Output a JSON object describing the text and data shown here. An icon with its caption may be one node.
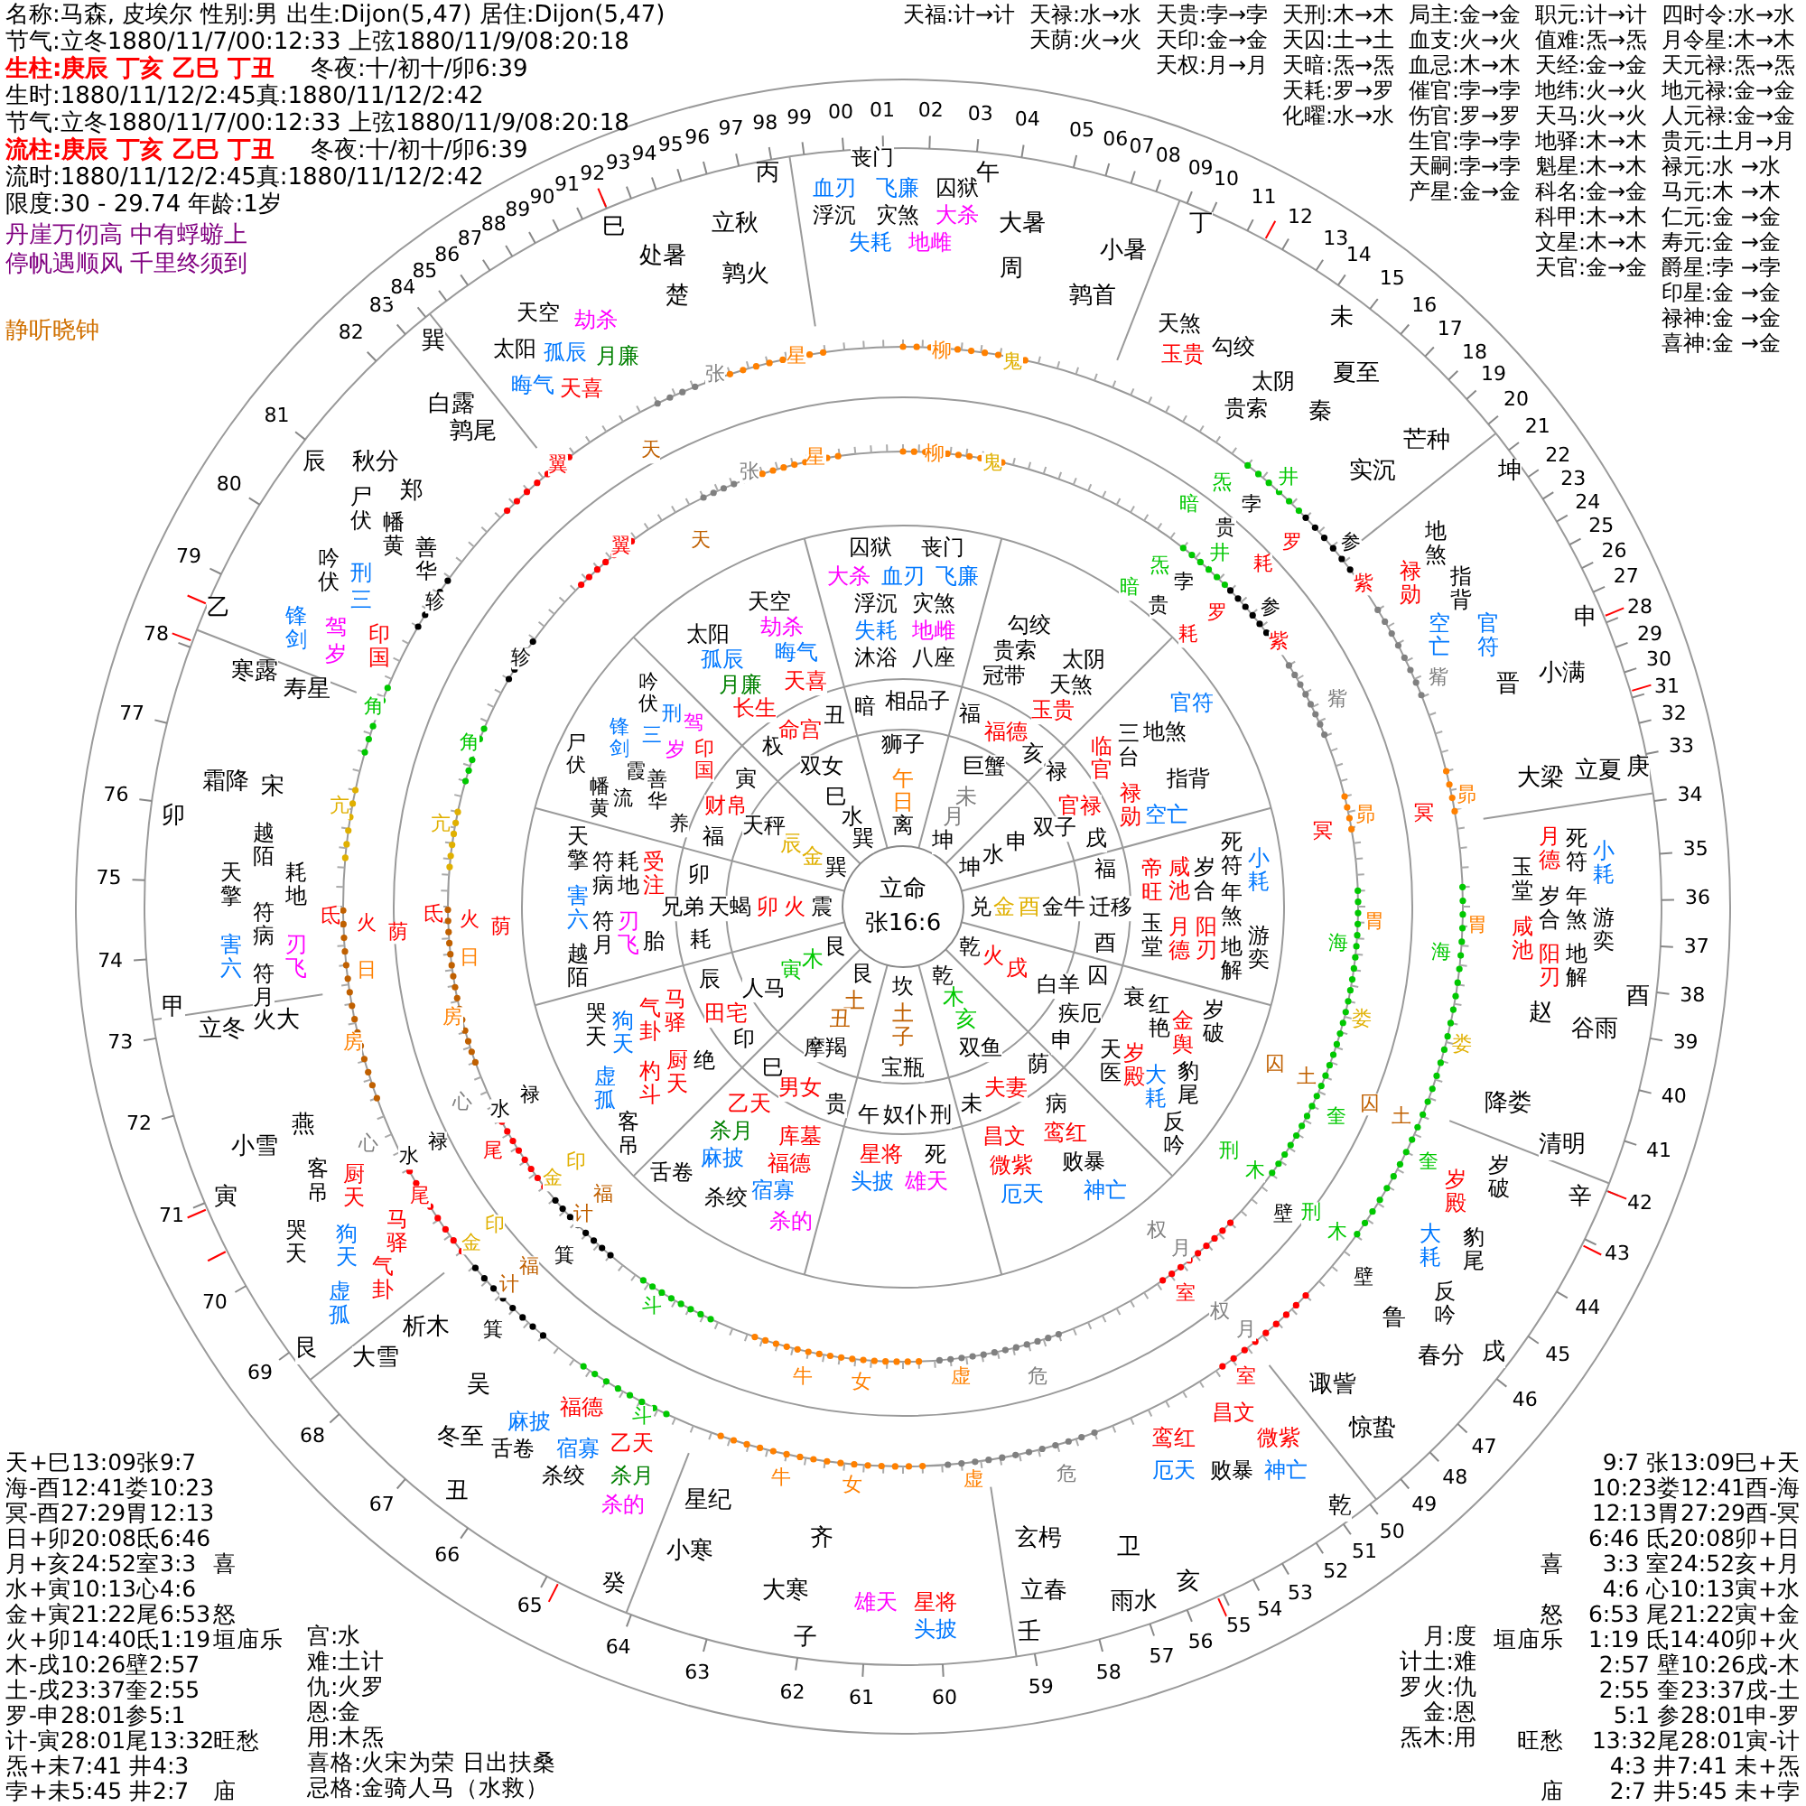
{
  "diagram": {
    "nodes": [
      {
        "text": [
          "立命",
          "张16:6"
        ]
      }
    ],
    "labels": [
      "名称:马森, 皮埃尔 性别:男 出生:Dijon(5,47) 居住:Dijon(5,47)",
      "节气:立冬1880/11/7/00:12:33 上弦1880/11/9/08:20:18",
      "生柱:庚辰 丁亥 乙巳 丁丑",
      "冬夜:十/初十/卯6:39",
      "生时:1880/11/12/2:45真:1880/11/12/2:42",
      "节气:立冬1880/11/7/00:12:33 上弦1880/11/9/08:20:18",
      "流柱:庚辰 丁亥 乙巳 丁丑",
      "冬夜:十/初十/卯6:39",
      "流时:1880/11/12/2:45真:1880/11/12/2:42",
      "限度:30 - 29.74 年龄:1岁",
      "丹崖万仞高 中有蜉蝣上",
      "停帆遇顺风 千里终须到",
      "静听晓钟",
      "天福:计→计",
      "天禄:水→水",
      "天贵:孛→孛",
      "天刑:木→木",
      "局主:金→金",
      "职元:计→计",
      "四时令:水→水",
      "天荫:火→火",
      "天印:金→金",
      "天囚:土→土",
      "血支:火→火",
      "值难:炁→炁",
      "月令星:木→木",
      "天权:月→月",
      "天暗:炁→炁",
      "血忌:木→木",
      "天经:金→金",
      "天元禄:炁→炁",
      "天耗:罗→罗",
      "催官:孛→孛",
      "地纬:火→火",
      "地元禄:金→金",
      "化曜:水→水",
      "伤官:罗→罗",
      "天马:火→火",
      "人元禄:金→金",
      "生官:孛→孛",
      "地驿:木→木",
      "贵元:土月→月",
      "天嗣:孛→孛",
      "魁星:木→木",
      "禄元:水 →水",
      "产星:金→金",
      "科名:金→金",
      "马元:木 →木",
      "科甲:木→木",
      "仁元:金 →金",
      "文星:木→木",
      "寿元:金 →金",
      "天官:金→金",
      "爵星:孛 →孛",
      "印星:金 →金",
      "禄神:金 →金",
      "喜神:金 →金",
      "天+巳13:09张9:7",
      "海-酉12:41娄10:23",
      "冥-酉27:29胃12:13",
      "日+卯20:08氐6:46",
      "月+亥24:52室3:3",
      "水+寅10:13心4:6",
      "金+寅21:22尾6:53",
      "火+卯14:40氐1:19",
      "木-戌10:26壁2:57",
      "土-戌23:37奎2:55",
      "罗-申28:01参5:1",
      "计-寅28:01尾13:32",
      "炁+未7:41 井4:3",
      "孛+未5:45 井2:7",
      "喜",
      "怒",
      "垣庙乐",
      "旺愁",
      "庙",
      "宫:水",
      "难:土计",
      "仇:火罗",
      "恩:金",
      "用:木炁",
      "喜格:火宋为荣 日出扶桑",
      "忌格:金骑人马（水救）",
      "9:7 张13:09巳+天",
      "10:23娄12:41酉-海",
      "12:13胃27:29酉-冥",
      "6:46 氐20:08卯+日",
      "3:3 室24:52亥+月",
      "4:6 心10:13寅+水",
      "6:53 尾21:22寅+金",
      "1:19 氐14:40卯+火",
      "2:57 壁10:26戌-木",
      "2:55 奎23:37戌-土",
      "5:1 参28:01申-罗",
      "13:32尾28:01寅-计",
      "4:3 井7:41 未+炁",
      "2:7 井5:45 未+孛",
      "喜",
      "怒",
      "垣庙乐",
      "旺愁",
      "庙",
      "月:度",
      "计土:难",
      "罗火:仇",
      "金:恩",
      "炁木:用",
      "00",
      "01",
      "02",
      "03",
      "04",
      "05",
      "06",
      "07",
      "08",
      "09",
      "10",
      "11",
      "12",
      "13",
      "14",
      "15",
      "16",
      "17",
      "18",
      "19",
      "20",
      "21",
      "22",
      "23",
      "24",
      "25",
      "26",
      "27",
      "28",
      "29",
      "30",
      "31",
      "32",
      "33",
      "34",
      "35",
      "36",
      "37",
      "38",
      "39",
      "40",
      "41",
      "42",
      "43",
      "44",
      "45",
      "46",
      "47",
      "48",
      "49",
      "50",
      "51",
      "52",
      "53",
      "54",
      "55",
      "56",
      "57",
      "58",
      "62",
      "61",
      "60",
      "59",
      "63",
      "64",
      "65",
      "66",
      "67",
      "68",
      "69",
      "70",
      "71",
      "72",
      "73",
      "74",
      "75",
      "76",
      "77",
      "78",
      "79",
      "80",
      "81",
      "82",
      "83",
      "84",
      "85",
      "86",
      "87",
      "88",
      "89",
      "90",
      "91",
      "92",
      "93",
      "94",
      "95",
      "96",
      "97",
      "98",
      "99",
      "巳",
      "处暑",
      "楚",
      "巽",
      "白露",
      "鹑尾",
      "辰",
      "秋分",
      "郑",
      "乙",
      "寒露",
      "寿星",
      "霜降",
      "宋",
      "卯",
      "甲",
      "立冬",
      "火大",
      "燕",
      "小雪",
      "寅",
      "析木",
      "艮",
      "大雪",
      "吴",
      "冬至",
      "丑",
      "星纪",
      "小寒",
      "癸",
      "齐",
      "大寒",
      "子",
      "玄枵",
      "立春",
      "壬",
      "卫",
      "雨水",
      "亥",
      "乾",
      "惊蛰",
      "诹訾",
      "鲁",
      "春分",
      "戌",
      "降娄",
      "清明",
      "辛",
      "酉",
      "赵",
      "谷雨",
      "大梁",
      "立夏",
      "庚",
      "晋",
      "小满",
      "申",
      "实沉",
      "芒种",
      "坤",
      "秦",
      "夏至",
      "未",
      "鹑首",
      "小暑",
      "丁",
      "周",
      "大暑",
      "丙",
      "午",
      "立秋",
      "鹑火",
      "丧门",
      "血刃",
      "飞廉",
      "囚狱",
      "浮沉",
      "灾煞",
      "大杀",
      "失耗",
      "地雌",
      "天煞",
      "玉贵",
      "勾绞",
      "太阴",
      "贵索",
      "地煞",
      "禄勋",
      "指背",
      "空亡",
      "官符",
      "玉堂",
      "月德",
      "死符",
      "小耗",
      "咸池",
      "岁合",
      "年煞",
      "游奕",
      "阳刃",
      "地解",
      "岁殿",
      "岁破",
      "大耗",
      "豹尾",
      "反吟",
      "昌文",
      "鸾红",
      "微紫",
      "厄天",
      "败暴",
      "神亡",
      "雄天",
      "星将",
      "头披",
      "麻披",
      "福德",
      "舌卷",
      "宿寡",
      "乙天",
      "杀绞",
      "杀月",
      "杀的",
      "客吊",
      "厨天",
      "哭天",
      "狗天",
      "马驿",
      "虚孤",
      "气卦",
      "越陌",
      "天擎",
      "耗地",
      "符病",
      "害六",
      "刃飞",
      "符月",
      "尸伏",
      "吟伏",
      "刑",
      "幡黄",
      "善华",
      "锋剑",
      "驾",
      "三",
      "岁",
      "印国",
      "天空",
      "劫杀",
      "太阳",
      "孤辰",
      "月廉",
      "晦气",
      "天喜",
      "翼",
      "天",
      "张",
      "星",
      "柳",
      "鬼",
      "炁",
      "暗",
      "贵",
      "孛",
      "井",
      "耗",
      "罗",
      "参",
      "紫",
      "觜",
      "冥",
      "昴",
      "海",
      "胃",
      "娄",
      "囚",
      "土",
      "奎",
      "刑",
      "木",
      "壁",
      "权",
      "月",
      "室",
      "牛",
      "女",
      "虚",
      "危",
      "斗",
      "箕",
      "计",
      "福",
      "金",
      "印",
      "尾",
      "心",
      "水",
      "禄",
      "房",
      "日",
      "氐",
      "火",
      "荫",
      "亢",
      "角",
      "轸",
      "翼",
      "天",
      "张",
      "星",
      "柳",
      "鬼",
      "炁",
      "暗",
      "贵",
      "孛",
      "井",
      "耗",
      "罗",
      "参",
      "紫",
      "觜",
      "冥",
      "昴",
      "海",
      "胃",
      "娄",
      "囚",
      "土",
      "奎",
      "刑",
      "木",
      "壁",
      "权",
      "月",
      "室",
      "牛",
      "女",
      "虚",
      "危",
      "斗",
      "箕",
      "计",
      "福",
      "金",
      "印",
      "尾",
      "心",
      "水",
      "禄",
      "房",
      "日",
      "氐",
      "火",
      "荫",
      "亢",
      "角",
      "轸",
      "囚狱",
      "丧门",
      "大杀",
      "血刃",
      "飞廉",
      "浮沉",
      "灾煞",
      "失耗",
      "地雌",
      "沐浴",
      "八座",
      "勾绞",
      "贵索",
      "太阴",
      "冠带",
      "天煞",
      "玉贵",
      "官符",
      "临官",
      "三台",
      "地煞",
      "指背",
      "禄勋",
      "空亡",
      "帝旺",
      "咸池",
      "岁合",
      "死符",
      "小耗",
      "玉堂",
      "月德",
      "阳刃",
      "年煞",
      "地解",
      "游奕",
      "衰",
      "红艳",
      "金舆",
      "岁破",
      "天医",
      "岁殿",
      "大耗",
      "豹尾",
      "反吟",
      "病",
      "昌文",
      "鸾红",
      "微紫",
      "败暴",
      "厄天",
      "神亡",
      "星将",
      "死",
      "头披",
      "雄天",
      "乙天",
      "杀月",
      "库墓",
      "舌卷",
      "麻披",
      "福德",
      "杀绞",
      "宿寡",
      "杀的",
      "哭天",
      "狗天",
      "气卦",
      "马驿",
      "虚孤",
      "杓斗",
      "厨天",
      "绝",
      "客吊",
      "天擎",
      "符病",
      "耗地",
      "受注",
      "害六",
      "符月",
      "刃飞",
      "胎",
      "越陌",
      "吟伏",
      "刑",
      "驾",
      "尸伏",
      "锋剑",
      "三",
      "岁",
      "印国",
      "幡黄",
      "流",
      "霞",
      "善华",
      "养",
      "天空",
      "太阳",
      "劫杀",
      "孤辰",
      "晦气",
      "月廉",
      "天喜",
      "长生",
      "暗",
      "相品子",
      "福",
      "福德",
      "亥",
      "禄",
      "官禄",
      "戌",
      "福",
      "兑",
      "金",
      "酉",
      "金牛",
      "迁移",
      "酉",
      "囚",
      "疾厄",
      "申",
      "巳",
      "荫",
      "男女",
      "贵",
      "午",
      "奴仆",
      "刑",
      "未",
      "夫妻",
      "印",
      "田宅",
      "辰",
      "耗",
      "兄弟",
      "天蝎",
      "卯",
      "火",
      "震",
      "卯",
      "福",
      "财帛",
      "寅",
      "权",
      "命宫",
      "丑",
      "狮子",
      "午",
      "日",
      "离",
      "未",
      "月",
      "坤",
      "巨蟹",
      "双子",
      "申",
      "水",
      "坤",
      "乾",
      "火",
      "戌",
      "白羊",
      "乾",
      "木",
      "亥",
      "双鱼",
      "坎",
      "土",
      "子",
      "宝瓶",
      "艮",
      "土",
      "丑",
      "摩羯",
      "艮",
      "木",
      "寅",
      "人马",
      "巽",
      "金",
      "辰",
      "天秤",
      "巳",
      "水",
      "巽",
      "双女"
    ]
  }
}
